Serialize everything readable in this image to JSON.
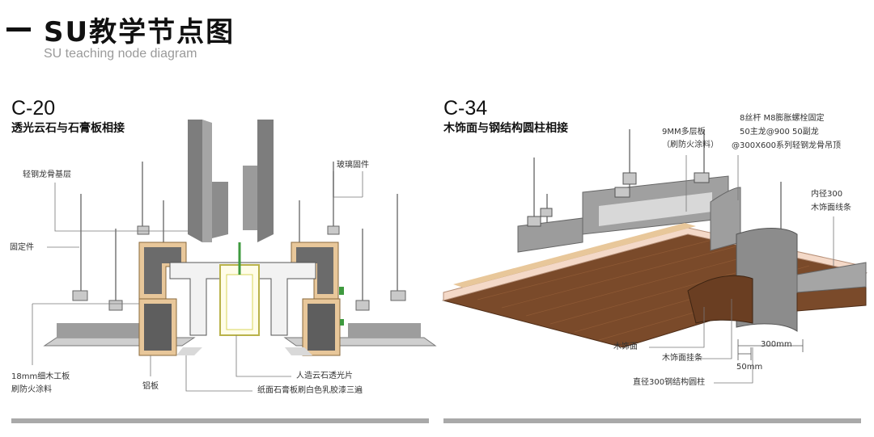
{
  "header": {
    "dash": "–",
    "title": "SU教学节点图",
    "subtitle": "SU teaching node diagram"
  },
  "left": {
    "code": "C-20",
    "caption": "透光云石与石膏板相接",
    "labels": {
      "keel": "轻钢龙骨基层",
      "glass_fix": "玻璃固件",
      "fixing": "固定件",
      "board1": "18mm细木工板",
      "board2": "刷防火涂料",
      "aluminum": "铝板",
      "stone": "人造云石透光片",
      "gypsum": "纸面石膏板刷白色乳胶漆三遍"
    }
  },
  "right": {
    "code": "C-34",
    "caption": "木饰面与钢结构圆柱相接",
    "labels": {
      "ply1": "9MM多层板",
      "ply2": "（刷防火涂料）",
      "bolt1": "8丝杆 M8膨胀螺栓固定",
      "bolt2": "50主龙@900 50副龙",
      "bolt3": "@300X600系列轻钢龙骨吊顶",
      "radius1": "内径300",
      "radius2": "木饰面线条",
      "veneer": "木饰面",
      "hanger": "木饰面挂条",
      "dim300": "300mm",
      "dim50": "50mm",
      "column": "直径300钢结构圆柱"
    }
  },
  "colors": {
    "wood_dark": "#7a4a2a",
    "wood_light": "#e8c79a",
    "metal": "#8e8e8e",
    "accent_yellow": "#d8d65a",
    "accent_green": "#3f9a3f",
    "bar": "#a9a9a9"
  }
}
